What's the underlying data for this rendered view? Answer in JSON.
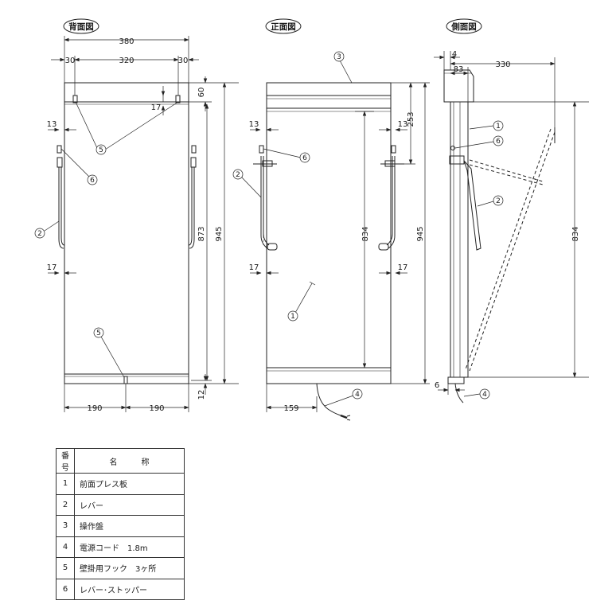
{
  "views": {
    "back": "背面図",
    "front": "正面図",
    "side": "側面図"
  },
  "dims": {
    "back_width": "380",
    "back_margin_left": "30",
    "back_span": "320",
    "back_margin_right": "30",
    "back_top": "60",
    "back_hook": "17",
    "back_offset_top": "13",
    "back_offset_bottom": "17",
    "back_inner_height": "873",
    "back_total_height": "945",
    "back_bottom": "12",
    "back_half_left": "190",
    "back_half_right": "190",
    "front_offset_left": "13",
    "front_offset_right": "13",
    "front_lever_top": "253",
    "front_press_height": "834",
    "front_total_height": "945",
    "front_bottom_left": "17",
    "front_bottom_right": "17",
    "front_cord": "159",
    "side_depth_small": "4",
    "side_top": "83",
    "side_reach": "330",
    "side_height": "834",
    "side_bottom": "6"
  },
  "callouts": [
    "1",
    "2",
    "3",
    "4",
    "5",
    "6"
  ],
  "parts_table": {
    "headers": {
      "no": "番号",
      "name": "名　　　称"
    },
    "rows": [
      {
        "no": "1",
        "name": "前面プレス板"
      },
      {
        "no": "2",
        "name": "レバー"
      },
      {
        "no": "3",
        "name": "操作盤"
      },
      {
        "no": "4",
        "name": "電源コード　1.8m"
      },
      {
        "no": "5",
        "name": "壁掛用フック　3ヶ所"
      },
      {
        "no": "6",
        "name": "レバー･ストッパー"
      }
    ]
  }
}
